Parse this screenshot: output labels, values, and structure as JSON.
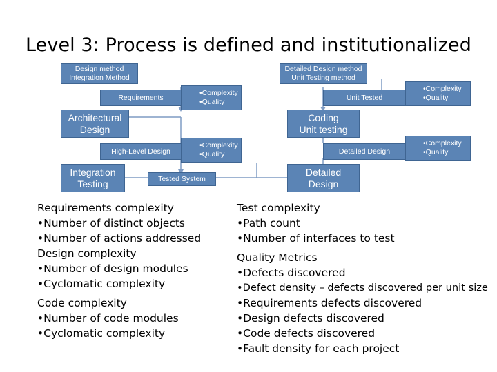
{
  "title": "Level 3:  Process is defined and institutionalized",
  "diagram": {
    "design_method": [
      "Design method",
      "Integration Method"
    ],
    "detailed_design_method": [
      "Detailed Design method",
      "Unit Testing method"
    ],
    "requirements": "Requirements",
    "complexity_quality_1": [
      "•Complexity",
      "•Quality"
    ],
    "unit_tested": "Unit Tested",
    "complexity_quality_2": [
      "•Complexity",
      "•Quality"
    ],
    "architectural_design": [
      "Architectural",
      "Design"
    ],
    "coding_unit_testing": [
      "Coding",
      "Unit testing"
    ],
    "high_level_design": "High-Level Design",
    "complexity_quality_3": [
      "•Complexity",
      "•Quality"
    ],
    "detailed_design_small": "Detailed Design",
    "complexity_quality_4": [
      "•Complexity",
      "•Quality"
    ],
    "integration_testing": [
      "Integration",
      "Testing"
    ],
    "tested_system": "Tested System",
    "detailed_design_big": [
      "Detailed",
      "Design"
    ]
  },
  "left_column": {
    "requirements_heading": "Requirements complexity",
    "requirements_items": [
      "•Number of distinct objects",
      "•Number of actions addressed"
    ],
    "design_heading": "Design complexity",
    "design_items": [
      "•Number of design modules",
      "•Cyclomatic complexity"
    ],
    "code_heading": "Code complexity",
    "code_items": [
      "•Number of code modules",
      "•Cyclomatic complexity"
    ]
  },
  "right_column": {
    "test_heading": "Test complexity",
    "test_items": [
      "•Path count",
      "•Number of interfaces to test"
    ],
    "quality_heading": "Quality Metrics",
    "quality_items": [
      "•Defects discovered",
      "•Defect density – defects discovered per unit size",
      "•Requirements defects discovered",
      "•Design defects discovered",
      "•Code defects discovered",
      "•Fault density for each project"
    ]
  },
  "colors": {
    "box_fill": "#5b84b5",
    "box_border": "#3f6592",
    "connector": "#7f9cc4"
  }
}
